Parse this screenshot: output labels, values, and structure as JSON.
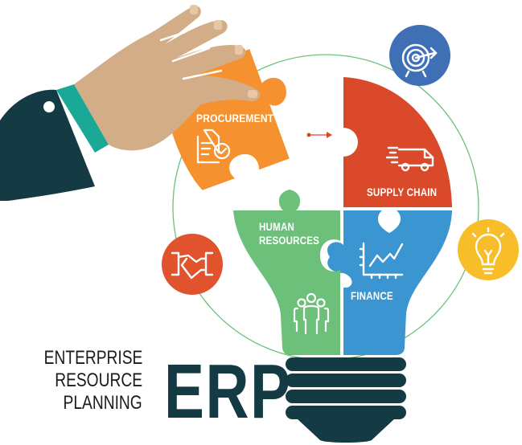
{
  "title": {
    "line1": "ENTERPRISE",
    "line2": "RESOURCE",
    "line3": "PLANNING",
    "acronym": "ERP"
  },
  "modules": [
    {
      "label": "PROCUREMENT",
      "color": "#f5922f",
      "icon": "document-check-icon"
    },
    {
      "label": "SUPPLY CHAIN",
      "color": "#d9492a",
      "icon": "delivery-van-icon"
    },
    {
      "label_line1": "HUMAN",
      "label_line2": "RESOURCES",
      "color": "#6cc07a",
      "icon": "people-group-icon"
    },
    {
      "label": "FINANCE",
      "color": "#3a95d0",
      "icon": "line-chart-icon"
    }
  ],
  "satellites": [
    {
      "icon": "target-icon",
      "color": "#3f6fb5"
    },
    {
      "icon": "handshake-icon",
      "color": "#e0532d"
    },
    {
      "icon": "lightbulb-icon",
      "color": "#f7be2a"
    }
  ],
  "colors": {
    "bulb_base": "#143a44",
    "sleeve": "#143a44",
    "cuff": "#19a996",
    "skin": "#d3ac88",
    "orbit": "#6cc07a"
  }
}
